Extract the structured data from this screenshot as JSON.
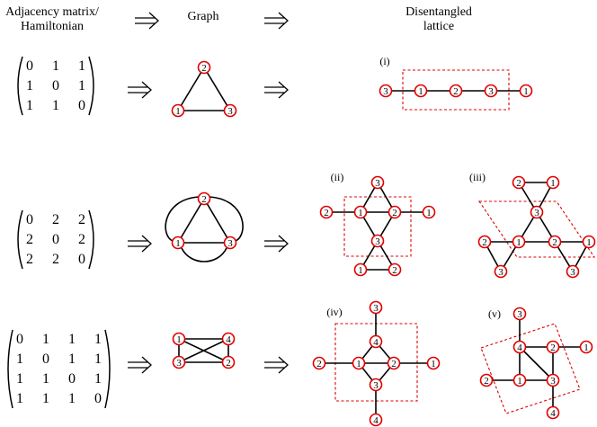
{
  "headers": {
    "col1_line1": "Adjacency matrix/",
    "col1_line2": "Hamiltonian",
    "col2": "Graph",
    "col3_line1": "Disentangled",
    "col3_line2": "lattice"
  },
  "matrices": [
    [
      [
        "0",
        "1",
        "1"
      ],
      [
        "1",
        "0",
        "1"
      ],
      [
        "1",
        "1",
        "0"
      ]
    ],
    [
      [
        "0",
        "2",
        "2"
      ],
      [
        "2",
        "0",
        "2"
      ],
      [
        "2",
        "2",
        "0"
      ]
    ],
    [
      [
        "0",
        "1",
        "1",
        "1"
      ],
      [
        "1",
        "0",
        "1",
        "1"
      ],
      [
        "1",
        "1",
        "0",
        "1"
      ],
      [
        "1",
        "1",
        "1",
        "0"
      ]
    ]
  ],
  "lattice_tags": [
    "(i)",
    "(ii)",
    "(iii)",
    "(iv)",
    "(v)"
  ],
  "colors": {
    "node_stroke": "#e00000",
    "unit_cell": "#e00000",
    "edge": "#000000"
  }
}
